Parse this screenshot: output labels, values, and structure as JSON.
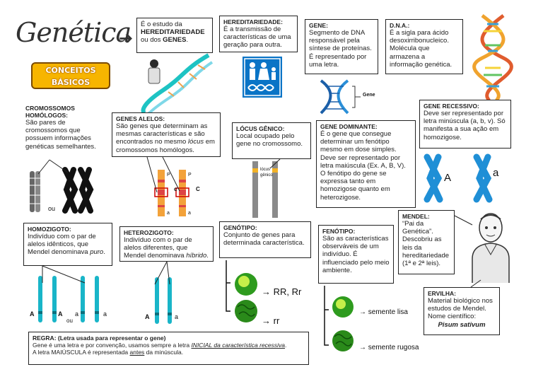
{
  "header": {
    "title": "Genética",
    "badge_line1": "CONCEITOS",
    "badge_line2": "BÁSICOS"
  },
  "estudo": {
    "text1": "É o estudo da ",
    "bold1": "HEREDITARIEDADE",
    "text2": " ou dos ",
    "bold2": "GENES",
    "text3": "."
  },
  "hereditariedade": {
    "title": "HEREDITARIEDADE:",
    "body": "É a transmissão de características de uma geração para outra."
  },
  "gene": {
    "title": "GENE:",
    "body": "Segmento de DNA responsável pela síntese de proteínas. É representado por uma letra.",
    "diagram_label": "Gene"
  },
  "dna": {
    "title": "D.N.A.:",
    "body": "É a sigla para ácido desoxirribonucleico. Molécula que armazena a informação genética."
  },
  "cromossomos": {
    "title": "CROMOSSOMOS HOMÓLOGOS:",
    "body": "São pares de cromossomos que possuem informações genéticas semelhantes.",
    "ou": "ou"
  },
  "genes_alelos": {
    "title": "GENES ALELOS:",
    "body": "São genes que determinam as mesmas características e são encontrados no mesmo ",
    "italic": "lócus",
    "body2": " em cromossomos homólogos.",
    "labels": [
      "P",
      "P",
      "c",
      "C",
      "a",
      "a"
    ]
  },
  "locus": {
    "title": "LÓCUS GÊNICO:",
    "body": "Local ocupado pelo gene no cromossomo.",
    "tag": "lócus gênico"
  },
  "gene_dominante": {
    "title": "GENE DOMINANTE:",
    "body": "É o gene que consegue determinar um fenótipo mesmo em dose simples. Deve ser representado por letra maiúscula (Ex. A, B, V). O fenótipo do gene se expressa tanto em homozigose quanto em heterozigose."
  },
  "gene_recessivo": {
    "title": "GENE RECESSIVO:",
    "body": "Deve ser representado por letra minúscula (a, b, v). Só manifesta a sua ação em homozigose.",
    "letters": [
      "A",
      "a"
    ]
  },
  "homozigoto": {
    "title": "HOMOZIGOTO:",
    "body": "Indivíduo com o par de alelos idênticos, que Mendel denominava ",
    "italic": "puro",
    "end": ".",
    "labels": [
      "A",
      "A",
      "ou",
      "a",
      "a"
    ]
  },
  "heterozigoto": {
    "title": "HETEROZIGOTO:",
    "body": "Indivíduo com o par de alelos diferentes, que Mendel denominava ",
    "italic": "híbrido",
    "end": ".",
    "labels": [
      "A",
      "a"
    ]
  },
  "genotipo": {
    "title": "GENÓTIPO:",
    "body": "Conjunto de genes para determinada característica.",
    "g1": "RR, Rr",
    "g2": "rr"
  },
  "fenotipo": {
    "title": "FENÓTIPO:",
    "body": "São as características observáveis de um indivíduo. É influenciado pelo meio ambiente.",
    "f1": "semente lisa",
    "f2": "semente rugosa"
  },
  "mendel": {
    "title": "MENDEL:",
    "quote": "“Pai da Genética”.",
    "body": "Descobriu as leis da hereditariedade (1ª e 2ª leis)."
  },
  "ervilha": {
    "title": "ERVILHA:",
    "body": "Material biológico nos estudos de Mendel. Nome científico:",
    "sci": "Pisum sativum"
  },
  "regra": {
    "title": "REGRA: (Letra usada para representar o gene)",
    "l1a": "Gene é uma letra e por convenção, usamos sempre a letra ",
    "l1b": "INICIAL da característica recessiva",
    "l1c": ".",
    "l2a": "A letra MAIÚSCULA é representada ",
    "l2b": "antes",
    "l2c": " da minúscula."
  },
  "colors": {
    "chromosome_teal": "#19b5c8",
    "recessive_blue": "#1f8fd6",
    "pea_green": "#2e9b1e",
    "badge_orange": "#f7b500"
  }
}
